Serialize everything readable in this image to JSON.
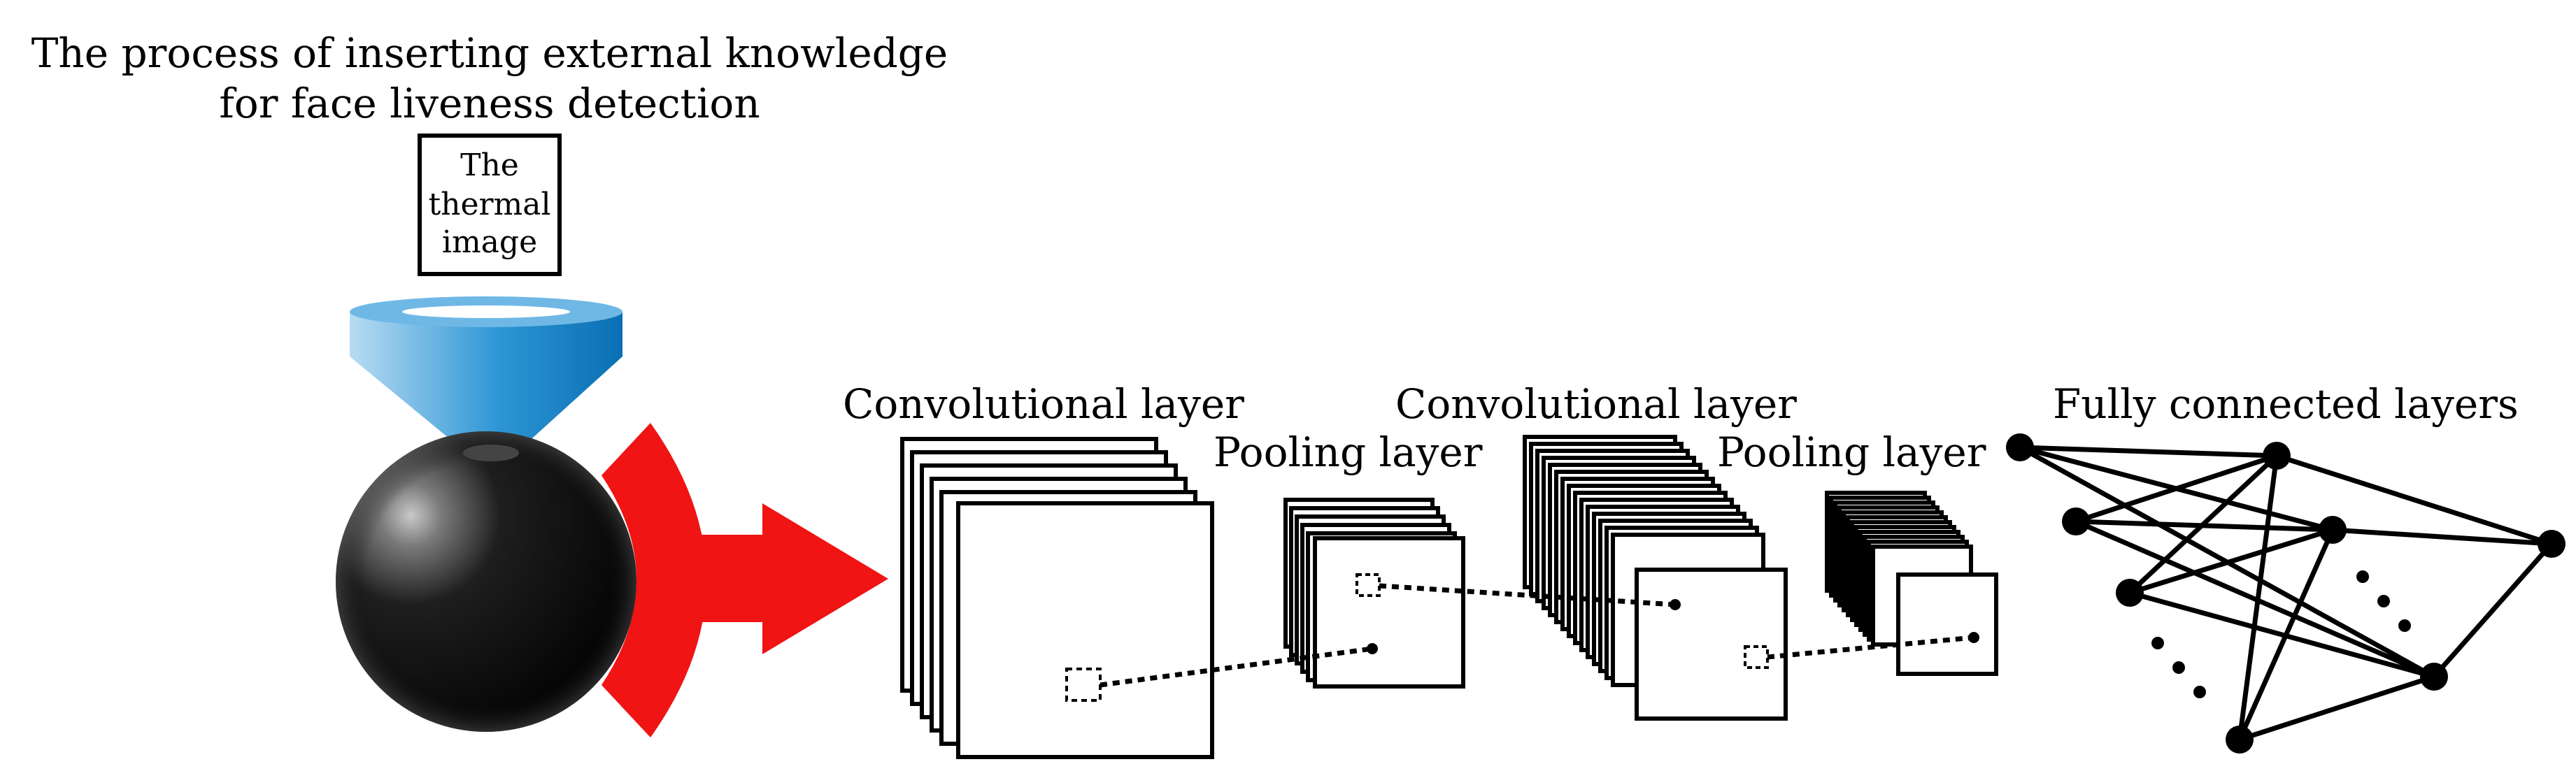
{
  "caption": {
    "line1": "The process of inserting external knowledge",
    "line2": "for face liveness detection"
  },
  "input_box": {
    "line1": "The",
    "line2": "thermal",
    "line3": "image"
  },
  "labels": {
    "conv1": "Convolutional layer",
    "pool1": "Pooling layer",
    "conv2": "Convolutional layer",
    "pool2": "Pooling layer",
    "fc": "Fully connected layers"
  },
  "colors": {
    "funnel_light": "#a9d4f0",
    "funnel_dark": "#0a7cc4",
    "arrow_red": "#f01414",
    "stroke": "#000000"
  },
  "icons": {
    "sphere": "black-sphere-icon",
    "funnel": "funnel-icon",
    "arrow": "red-arrow-icon"
  }
}
